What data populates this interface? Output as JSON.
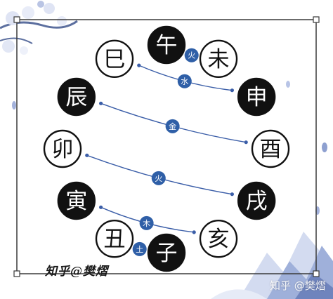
{
  "branches": [
    {
      "id": "si",
      "char": "巳",
      "fill": "white"
    },
    {
      "id": "wu",
      "char": "午",
      "fill": "black"
    },
    {
      "id": "wei",
      "char": "未",
      "fill": "white"
    },
    {
      "id": "shen",
      "char": "申",
      "fill": "black"
    },
    {
      "id": "you",
      "char": "酉",
      "fill": "white"
    },
    {
      "id": "xu",
      "char": "戌",
      "fill": "black"
    },
    {
      "id": "hai",
      "char": "亥",
      "fill": "white"
    },
    {
      "id": "zi",
      "char": "子",
      "fill": "black"
    },
    {
      "id": "chou",
      "char": "丑",
      "fill": "white"
    },
    {
      "id": "yin",
      "char": "寅",
      "fill": "black"
    },
    {
      "id": "mao",
      "char": "卯",
      "fill": "white"
    },
    {
      "id": "chen",
      "char": "辰",
      "fill": "black"
    }
  ],
  "links": [
    {
      "from": "wu",
      "to": "wei",
      "element": "火"
    },
    {
      "from": "si",
      "to": "shen",
      "element": "水"
    },
    {
      "from": "chen",
      "to": "you",
      "element": "金"
    },
    {
      "from": "mao",
      "to": "xu",
      "element": "火"
    },
    {
      "from": "yin",
      "to": "hai",
      "element": "木"
    },
    {
      "from": "chou",
      "to": "zi",
      "element": "土"
    }
  ],
  "caption": "知乎@樊熠",
  "watermark": "知乎 @樊熠",
  "colors": {
    "link_line": "#3b5ea8",
    "badge_fill": "#2f5fa7",
    "badge_text": "#ffffff",
    "frame": "#3a3a3a",
    "decor_blue": "#7d90c4",
    "decor_light": "#c9d2ec"
  }
}
